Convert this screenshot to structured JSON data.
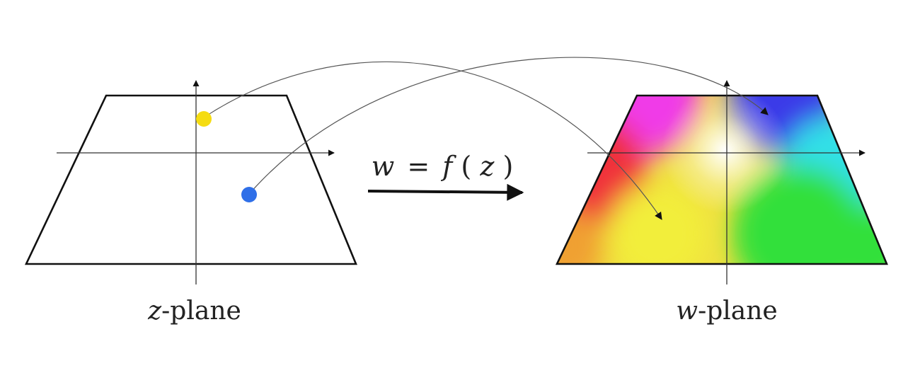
{
  "equation": {
    "lhs": "w",
    "equals": "=",
    "fn": "f",
    "paren_open": "(",
    "arg": "z",
    "paren_close": ")"
  },
  "z_plane": {
    "var": "z",
    "suffix": "-plane",
    "points": [
      {
        "name": "yellow-point",
        "color": "#f5dc12"
      },
      {
        "name": "blue-point",
        "color": "#2f6fe8"
      }
    ]
  },
  "w_plane": {
    "var": "w",
    "suffix": "-plane",
    "color_wheel": {
      "red": "#f0303a",
      "yellow": "#f2ee3a",
      "green": "#33e03a",
      "cyan": "#33e0e8",
      "blue": "#3a3ae8",
      "magenta": "#f03ae8",
      "center": "#ffffff"
    }
  },
  "colors": {
    "outline": "#111111",
    "axis": "#333333",
    "curve": "#555555"
  }
}
